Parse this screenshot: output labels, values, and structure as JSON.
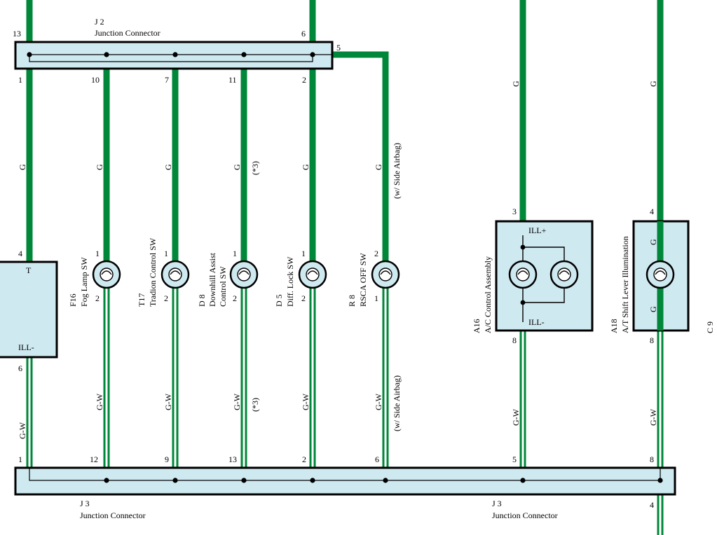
{
  "connectors": {
    "j2_id": "J 2",
    "j2_name": "Junction Connector",
    "j3_left_id": "J 3",
    "j3_left_name": "Junction Connector",
    "j3_right_id": "J 3",
    "j3_right_name": "Junction Connector"
  },
  "j2_pins_top": {
    "left": "13",
    "right": "6",
    "side": "5"
  },
  "j2_pins_bottom": [
    "1",
    "10",
    "7",
    "11",
    "2"
  ],
  "j3_pins_top": [
    "1",
    "12",
    "9",
    "13",
    "2",
    "6",
    "5",
    "8"
  ],
  "j3_pin_bottom_right": "4",
  "wire_colors": {
    "g": "G",
    "gw": "G-W"
  },
  "notes": {
    "side_airbag": "(w/ Side Airbag)",
    "star3": "(*3)"
  },
  "components": [
    {
      "id": "F16",
      "name": "Fog Lamp SW",
      "pin_in": "1",
      "pin_out": "2"
    },
    {
      "id": "T17",
      "name": "Tradion Control SW",
      "pin_in": "1",
      "pin_out": "2"
    },
    {
      "id": "D 8",
      "name_line1": "Downhill Assist",
      "name_line2": "Control SW",
      "pin_in": "1",
      "pin_out": "2"
    },
    {
      "id": "D 5",
      "name": "Diff. Lock SW",
      "pin_in": "1",
      "pin_out": "2"
    },
    {
      "id": "R 8",
      "name": "RSCA OFF SW",
      "pin_in": "2",
      "pin_out": "1"
    },
    {
      "id": "A16",
      "name": "A/C Control Assembly",
      "pin_in": "3",
      "pin_out": "8",
      "terminal_top": "ILL+",
      "terminal_bottom": "ILL-"
    },
    {
      "id": "A18",
      "name": "A/T Shift Lever Illumination",
      "pin_in": "4",
      "pin_out": "8",
      "inner_top": "G",
      "inner_bottom": "G"
    }
  ],
  "left_box": {
    "terminal_top": "T",
    "terminal_bottom": "ILL-",
    "pin_in": "4",
    "pin_out": "6"
  },
  "edge_ref": "C 9",
  "colors": {
    "wire": "#00873a",
    "fill": "#cfe9f0"
  }
}
